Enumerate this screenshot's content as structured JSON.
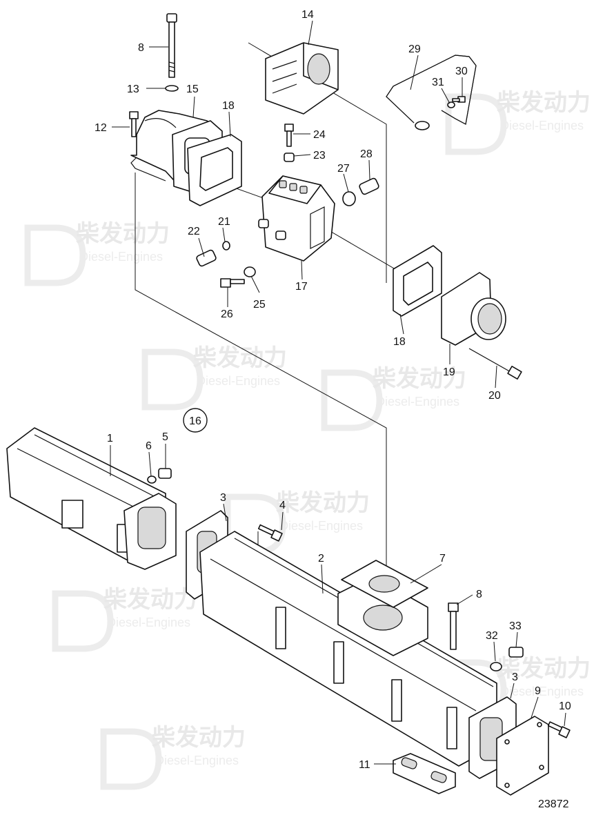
{
  "diagram": {
    "drawing_number": "23872",
    "group_marker": "16",
    "watermark": {
      "brand": "柴发动力",
      "sub": "Diesel-Engines"
    },
    "callouts": {
      "c1": "1",
      "c2": "2",
      "c3a": "3",
      "c3b": "3",
      "c4": "4",
      "c5": "5",
      "c6": "6",
      "c7": "7",
      "c8a": "8",
      "c8b": "8",
      "c9": "9",
      "c10": "10",
      "c11": "11",
      "c12": "12",
      "c13": "13",
      "c14": "14",
      "c15": "15",
      "c17": "17",
      "c18a": "18",
      "c18b": "18",
      "c19": "19",
      "c20": "20",
      "c21": "21",
      "c22": "22",
      "c23": "23",
      "c24": "24",
      "c25": "25",
      "c26": "26",
      "c27": "27",
      "c28": "28",
      "c29": "29",
      "c30": "30",
      "c31": "31",
      "c32": "32",
      "c33": "33"
    }
  }
}
